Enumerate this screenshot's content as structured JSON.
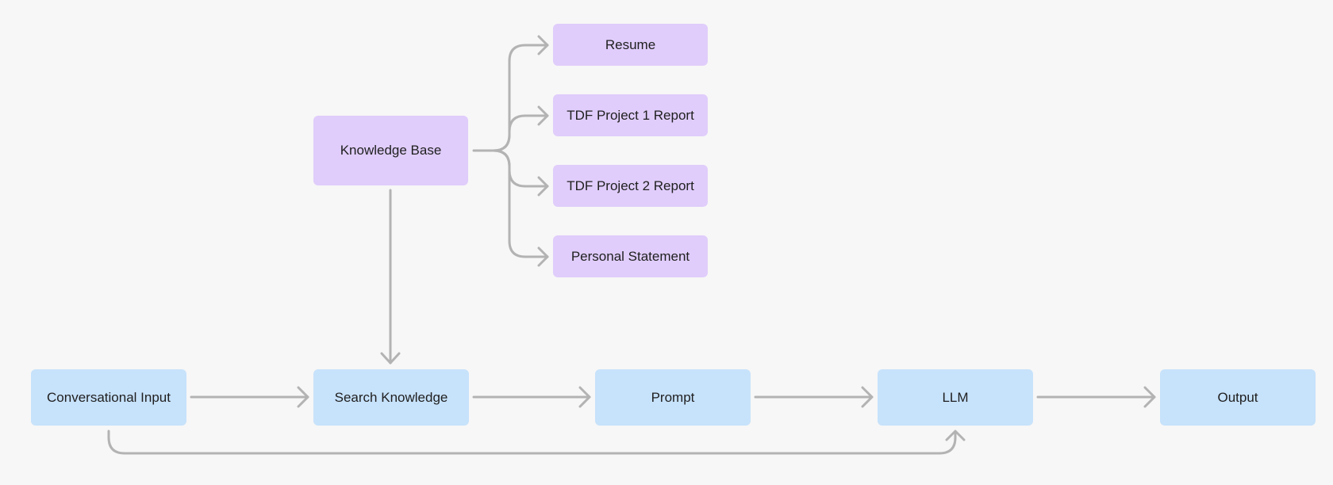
{
  "knowledge_base": {
    "label": "Knowledge Base",
    "documents": [
      "Resume",
      "TDF Project 1 Report",
      "TDF Project 2 Report",
      "Personal Statement"
    ]
  },
  "pipeline": {
    "conversational_input": "Conversational Input",
    "search_knowledge": "Search Knowledge",
    "prompt": "Prompt",
    "llm": "LLM",
    "output": "Output"
  },
  "colors": {
    "knowledge_fill": "#e0cdfb",
    "pipeline_fill": "#c7e2fb",
    "connector": "#b3b3b3",
    "background": "#f7f7f7"
  }
}
